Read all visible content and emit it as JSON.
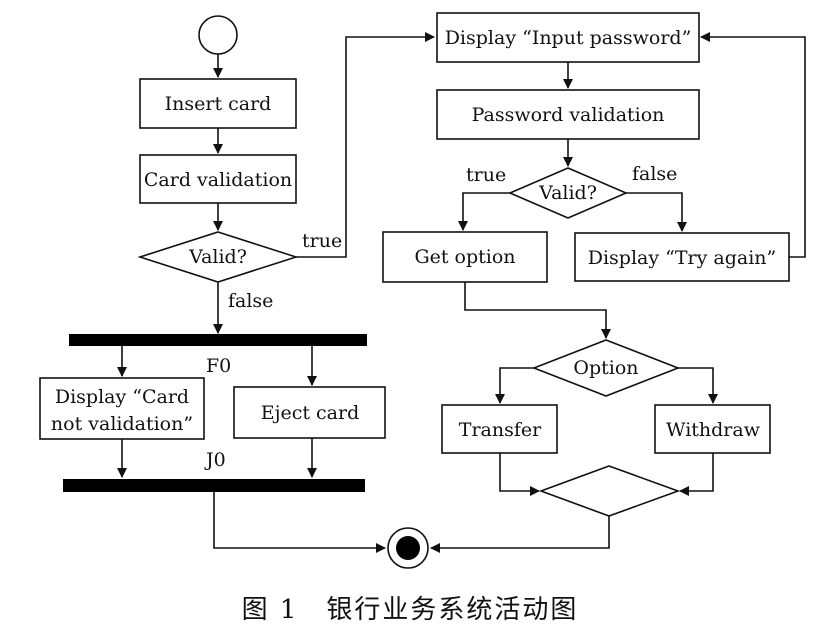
{
  "nodes": {
    "insert_card": "Insert card",
    "card_validation": "Card validation",
    "valid1": "Valid?",
    "display_not_valid_line1": "Display “Card",
    "display_not_valid_line2": "not validation”",
    "eject_card": "Eject card",
    "display_input_password": "Display “Input password”",
    "password_validation": "Password validation",
    "valid2": "Valid?",
    "get_option": "Get option",
    "display_try_again": "Display “Try again”",
    "option": "Option",
    "transfer": "Transfer",
    "withdraw": "Withdraw"
  },
  "bars": {
    "fork": "F0",
    "join": "J0"
  },
  "guards": {
    "valid1_true": "true",
    "valid1_false": "false",
    "valid2_true": "true",
    "valid2_false": "false"
  },
  "caption": "图 1　银行业务系统活动图"
}
